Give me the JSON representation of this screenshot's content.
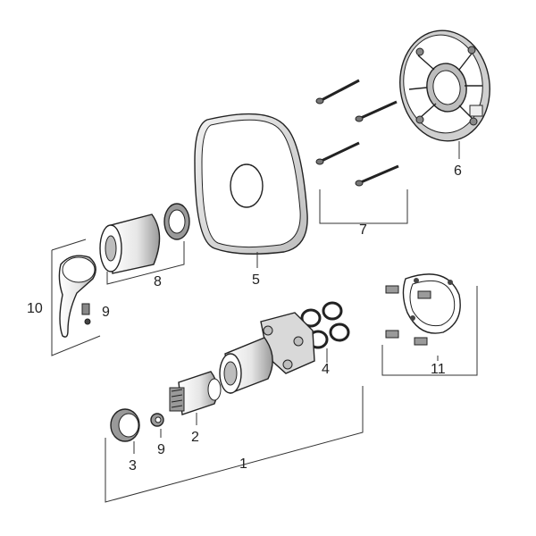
{
  "diagram": {
    "style_colors": {
      "stroke": "#222222",
      "fill_light": "#ffffff",
      "fill_shade": "#d9d9d9",
      "fill_dark": "#9a9a9a"
    },
    "labels": {
      "p1": "1",
      "p2": "2",
      "p3": "3",
      "p4": "4",
      "p5": "5",
      "p6": "6",
      "p7": "7",
      "p8": "8",
      "p9a": "9",
      "p9b": "9",
      "p10": "10",
      "p11": "11"
    }
  }
}
